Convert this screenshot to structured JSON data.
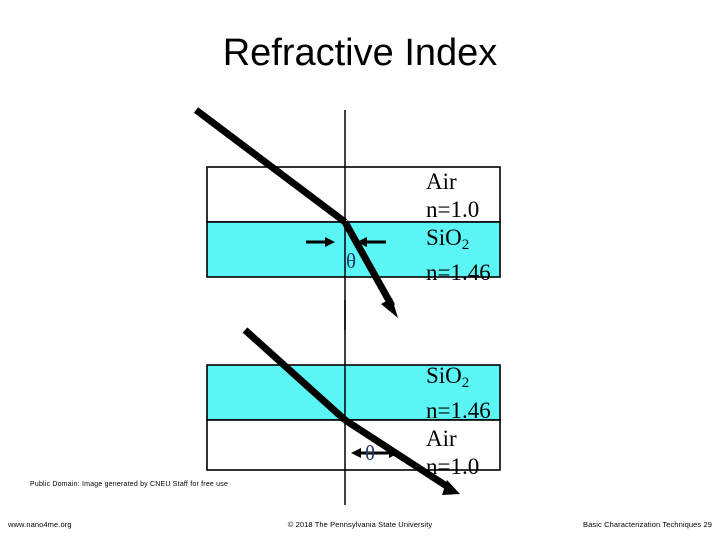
{
  "slide": {
    "title": "Refractive Index",
    "background_color": "#ffffff"
  },
  "colors": {
    "sio2_band": "#5cf5f5",
    "air_band": "#ffffff",
    "outline": "#000000",
    "ray": "#000000",
    "theta_label": "#1f3864",
    "text": "#000000"
  },
  "diagrams": {
    "top": {
      "name": "air-to-sio2",
      "upper_medium": "Air",
      "lower_medium": "SiO2",
      "theta_symbol": "θ",
      "arrow_direction": "inward",
      "description": "Ray travelling from Air into SiO2 bends toward the normal"
    },
    "bottom": {
      "name": "sio2-to-air",
      "upper_medium": "SiO2",
      "lower_medium": "Air",
      "theta_symbol": "θ",
      "arrow_direction": "outward",
      "description": "Ray travelling from SiO2 into Air bends away from the normal"
    }
  },
  "legend_top": {
    "line1": "Air",
    "line2": "n=1.0",
    "line3_base": "SiO",
    "line3_sub": "2",
    "line4": "n=1.46"
  },
  "legend_bottom": {
    "line1_base": "SiO",
    "line1_sub": "2",
    "line2": "n=1.46",
    "line3": "Air",
    "line4": "n=1.0"
  },
  "credit": "Public Domain: Image generated by CNEU Staff for free use",
  "footer": {
    "left": "www.nano4me.org",
    "center": "© 2018 The Pennsylvania State University",
    "right": "Basic Characterization Techniques 29"
  }
}
